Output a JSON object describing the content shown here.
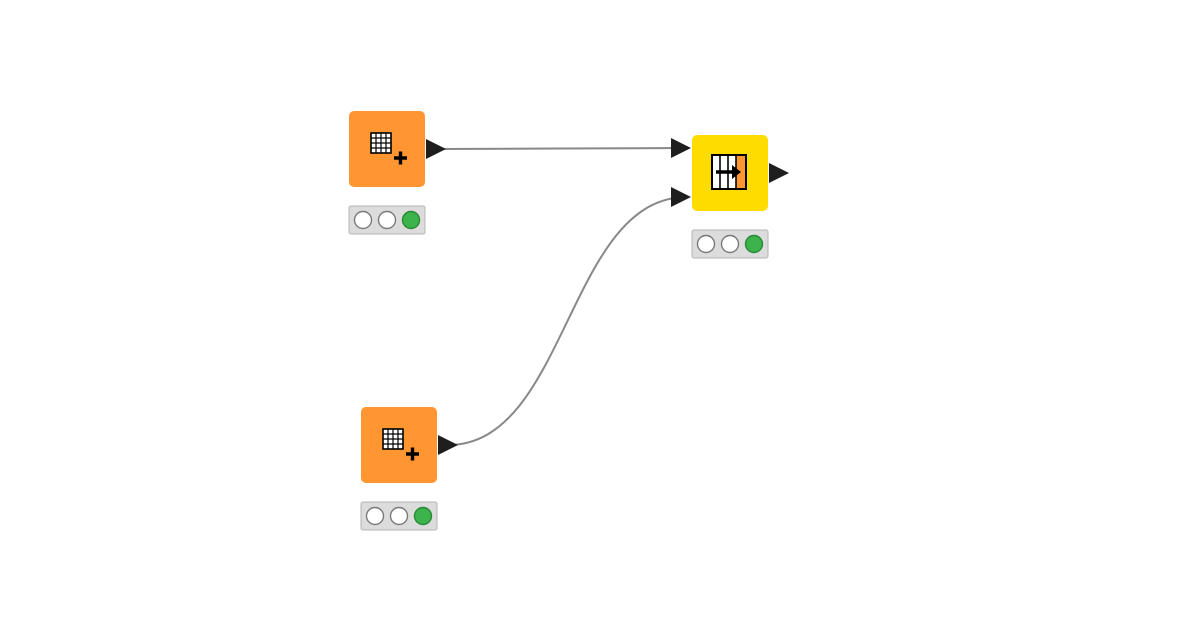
{
  "colors": {
    "background": "#ffffff",
    "node_orange": "#ff9632",
    "node_yellow": "#ffdc00",
    "connection": "#888888",
    "port": "#1e1e1e",
    "status_panel_bg": "#dcdcdc",
    "status_panel_border": "#b4b4b4",
    "status_off": "#ffffff",
    "status_off_border": "#7a7a7a",
    "status_green": "#3cb44b"
  },
  "nodes": [
    {
      "id": "table-creator-1",
      "kind": "source",
      "icon": "table-add-icon",
      "color": "#ff9632",
      "status": [
        "off",
        "off",
        "green"
      ]
    },
    {
      "id": "table-creator-2",
      "kind": "source",
      "icon": "table-add-icon",
      "color": "#ff9632",
      "status": [
        "off",
        "off",
        "green"
      ]
    },
    {
      "id": "joiner",
      "kind": "manipulator",
      "icon": "column-append-icon",
      "color": "#ffdc00",
      "status": [
        "off",
        "off",
        "green"
      ]
    }
  ],
  "connections": [
    {
      "from": "table-creator-1",
      "to": "joiner",
      "to_port": 0
    },
    {
      "from": "table-creator-2",
      "to": "joiner",
      "to_port": 1
    }
  ]
}
